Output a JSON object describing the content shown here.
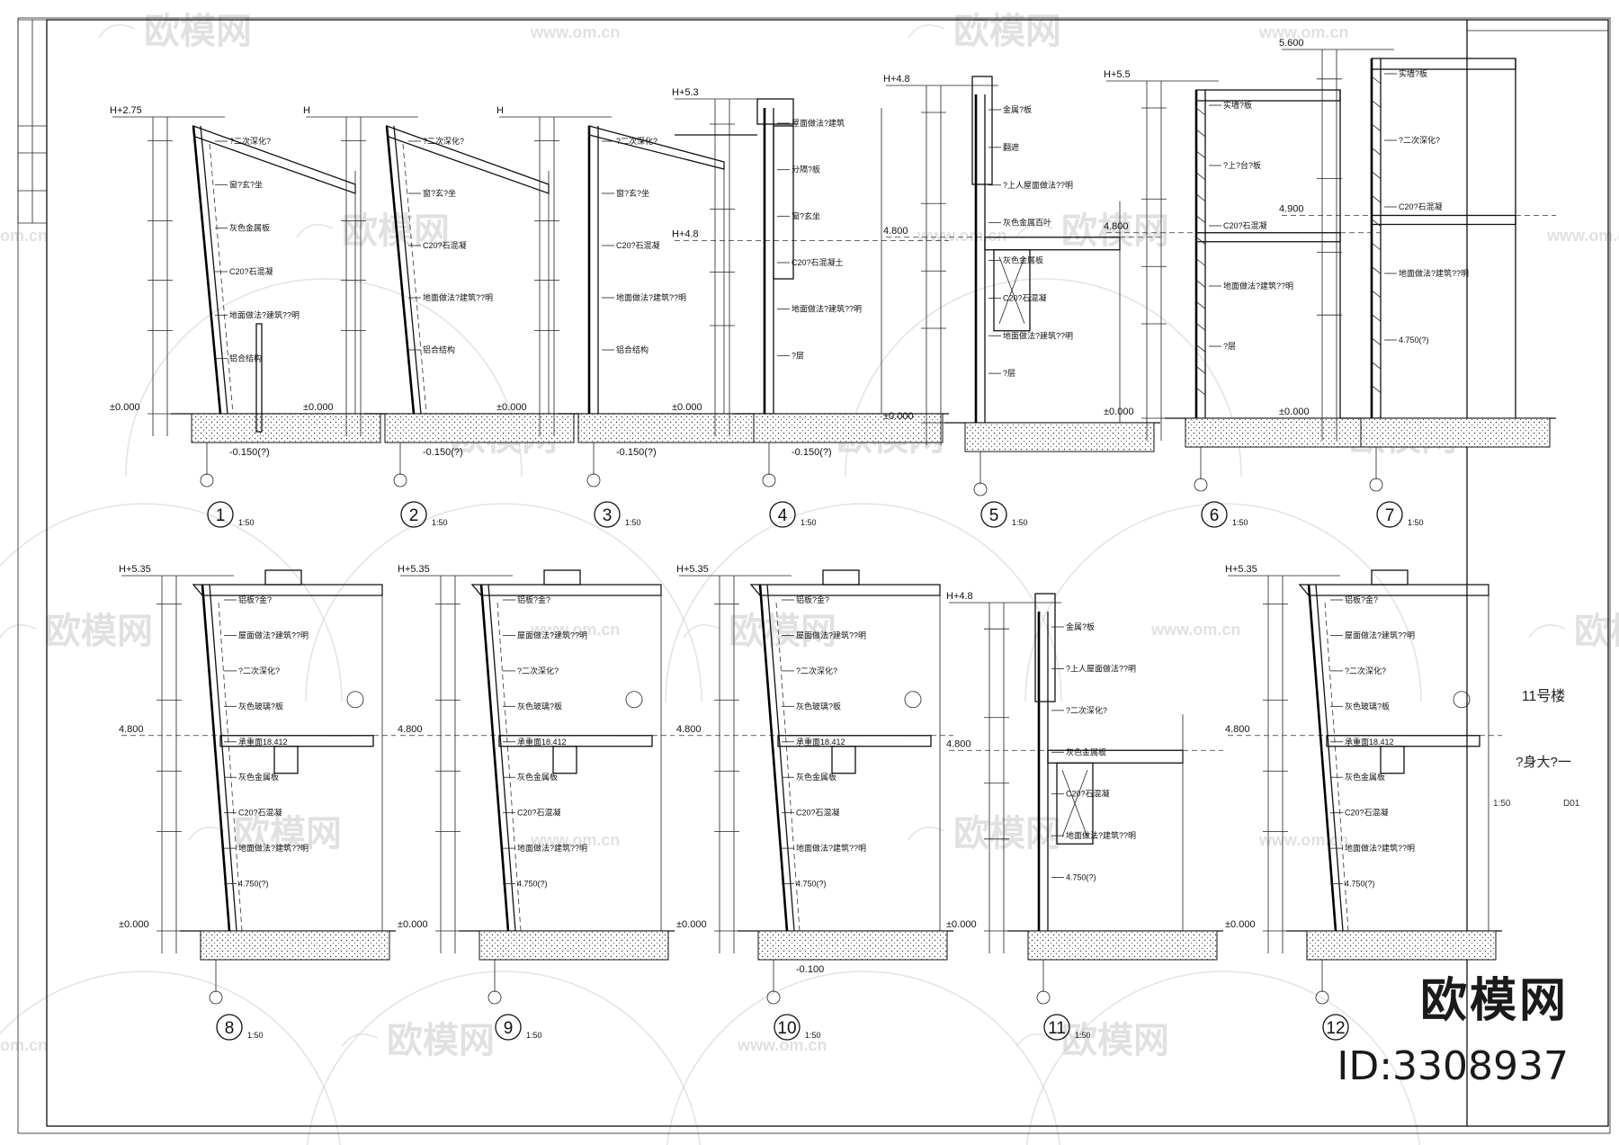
{
  "title_block": {
    "project": "11号楼",
    "sheet_name": "?身大?一",
    "scale": "1:50",
    "code": "D01"
  },
  "watermark": {
    "brand": "欧模网",
    "url": "www.om.cn",
    "url_short": "om.cn"
  },
  "brand_overlay": {
    "name": "欧模网",
    "id_text": "ID:3308937"
  },
  "details": [
    {
      "num": "1",
      "scale": "1:50",
      "top_level": "H+2.75",
      "mid_level": "",
      "ground": "±0.000",
      "bottom": "-0.150(?)",
      "labels": [
        "?二次深化?",
        "窗?玄?坐",
        "灰色金属板",
        "C20?石混凝",
        "地面做法?建筑??明",
        "铝合结构"
      ]
    },
    {
      "num": "2",
      "scale": "1:50",
      "top_level": "H",
      "mid_level": "",
      "ground": "±0.000",
      "bottom": "-0.150(?)",
      "labels": [
        "?二次深化?",
        "窗?玄?坐",
        "C20?石混凝",
        "地面做法?建筑??明",
        "铝合结构"
      ]
    },
    {
      "num": "3",
      "scale": "1:50",
      "top_level": "H",
      "mid_level": "",
      "ground": "±0.000",
      "bottom": "-0.150(?)",
      "labels": [
        "?二次深化?",
        "窗?玄?坐",
        "C20?石混凝",
        "地面做法?建筑??明",
        "铝合结构"
      ]
    },
    {
      "num": "4",
      "scale": "1:50",
      "top_level": "H+5.3",
      "mid_level": "H+4.8",
      "ground": "±0.000",
      "bottom": "-0.150(?)",
      "labels": [
        "屋面做法?建筑",
        "分隔?板",
        "窗?玄坐",
        "C20?石混凝土",
        "地面做法?建筑??明",
        "?层"
      ]
    },
    {
      "num": "5",
      "scale": "1:50",
      "top_level": "H+4.8",
      "mid_level": "4.800",
      "ground": "±0.000",
      "bottom": "",
      "labels": [
        "金属?板",
        "翻遮",
        "?上人屋面做法??明",
        "灰色金属百叶",
        "灰色金属板",
        "C20?石混凝",
        "地面做法?建筑??明",
        "?层"
      ]
    },
    {
      "num": "6",
      "scale": "1:50",
      "top_level": "H+5.5",
      "mid_level": "4.800",
      "ground": "±0.000",
      "bottom": "",
      "labels": [
        "实墙?板",
        "?上?台?板",
        "C20?石混凝",
        "地面做法?建筑??明",
        "?层"
      ]
    },
    {
      "num": "7",
      "scale": "1:50",
      "top_level": "5.600",
      "mid_level": "4.900",
      "ground": "±0.000",
      "bottom": "",
      "labels": [
        "实墙?板",
        "?二次深化?",
        "C20?石混凝",
        "地面做法?建筑??明",
        "4.750(?)"
      ]
    },
    {
      "num": "8",
      "scale": "1:50",
      "top_level": "H+5.35",
      "mid_level": "4.800",
      "ground": "±0.000",
      "bottom": "",
      "labels": [
        "铝板?金?",
        "屋面做法?建筑??明",
        "?二次深化?",
        "灰色玻璃?板",
        "承重面18.412",
        "灰色金属板",
        "C20?石混凝",
        "地面做法?建筑??明",
        "4.750(?)"
      ]
    },
    {
      "num": "9",
      "scale": "1:50",
      "top_level": "H+5.35",
      "mid_level": "4.800",
      "ground": "±0.000",
      "bottom": "",
      "labels": [
        "铝板?金?",
        "屋面做法?建筑??明",
        "?二次深化?",
        "灰色玻璃?板",
        "承重面18.412",
        "灰色金属板",
        "C20?石混凝",
        "地面做法?建筑??明",
        "4.750(?)"
      ]
    },
    {
      "num": "10",
      "scale": "1:50",
      "top_level": "H+5.35",
      "mid_level": "4.800",
      "ground": "±0.000",
      "bottom": "-0.100",
      "labels": [
        "铝板?金?",
        "屋面做法?建筑??明",
        "?二次深化?",
        "灰色玻璃?板",
        "承重面18.412",
        "灰色金属板",
        "C20?石混凝",
        "地面做法?建筑??明",
        "4.750(?)"
      ]
    },
    {
      "num": "11",
      "scale": "1:50",
      "top_level": "H+4.8",
      "mid_level": "4.800",
      "ground": "±0.000",
      "bottom": "",
      "labels": [
        "金属?板",
        "?上人屋面做法??明",
        "?二次深化?",
        "灰色金属板",
        "C20?石混凝",
        "地面做法?建筑??明",
        "4.750(?)"
      ]
    },
    {
      "num": "12",
      "scale": "",
      "top_level": "H+5.35",
      "mid_level": "4.800",
      "ground": "±0.000",
      "bottom": "",
      "labels": [
        "铝板?金?",
        "屋面做法?建筑??明",
        "?二次深化?",
        "灰色玻璃?板",
        "承重面18.412",
        "灰色金属板",
        "C20?石混凝",
        "地面做法?建筑??明",
        "4.750(?)"
      ]
    }
  ]
}
